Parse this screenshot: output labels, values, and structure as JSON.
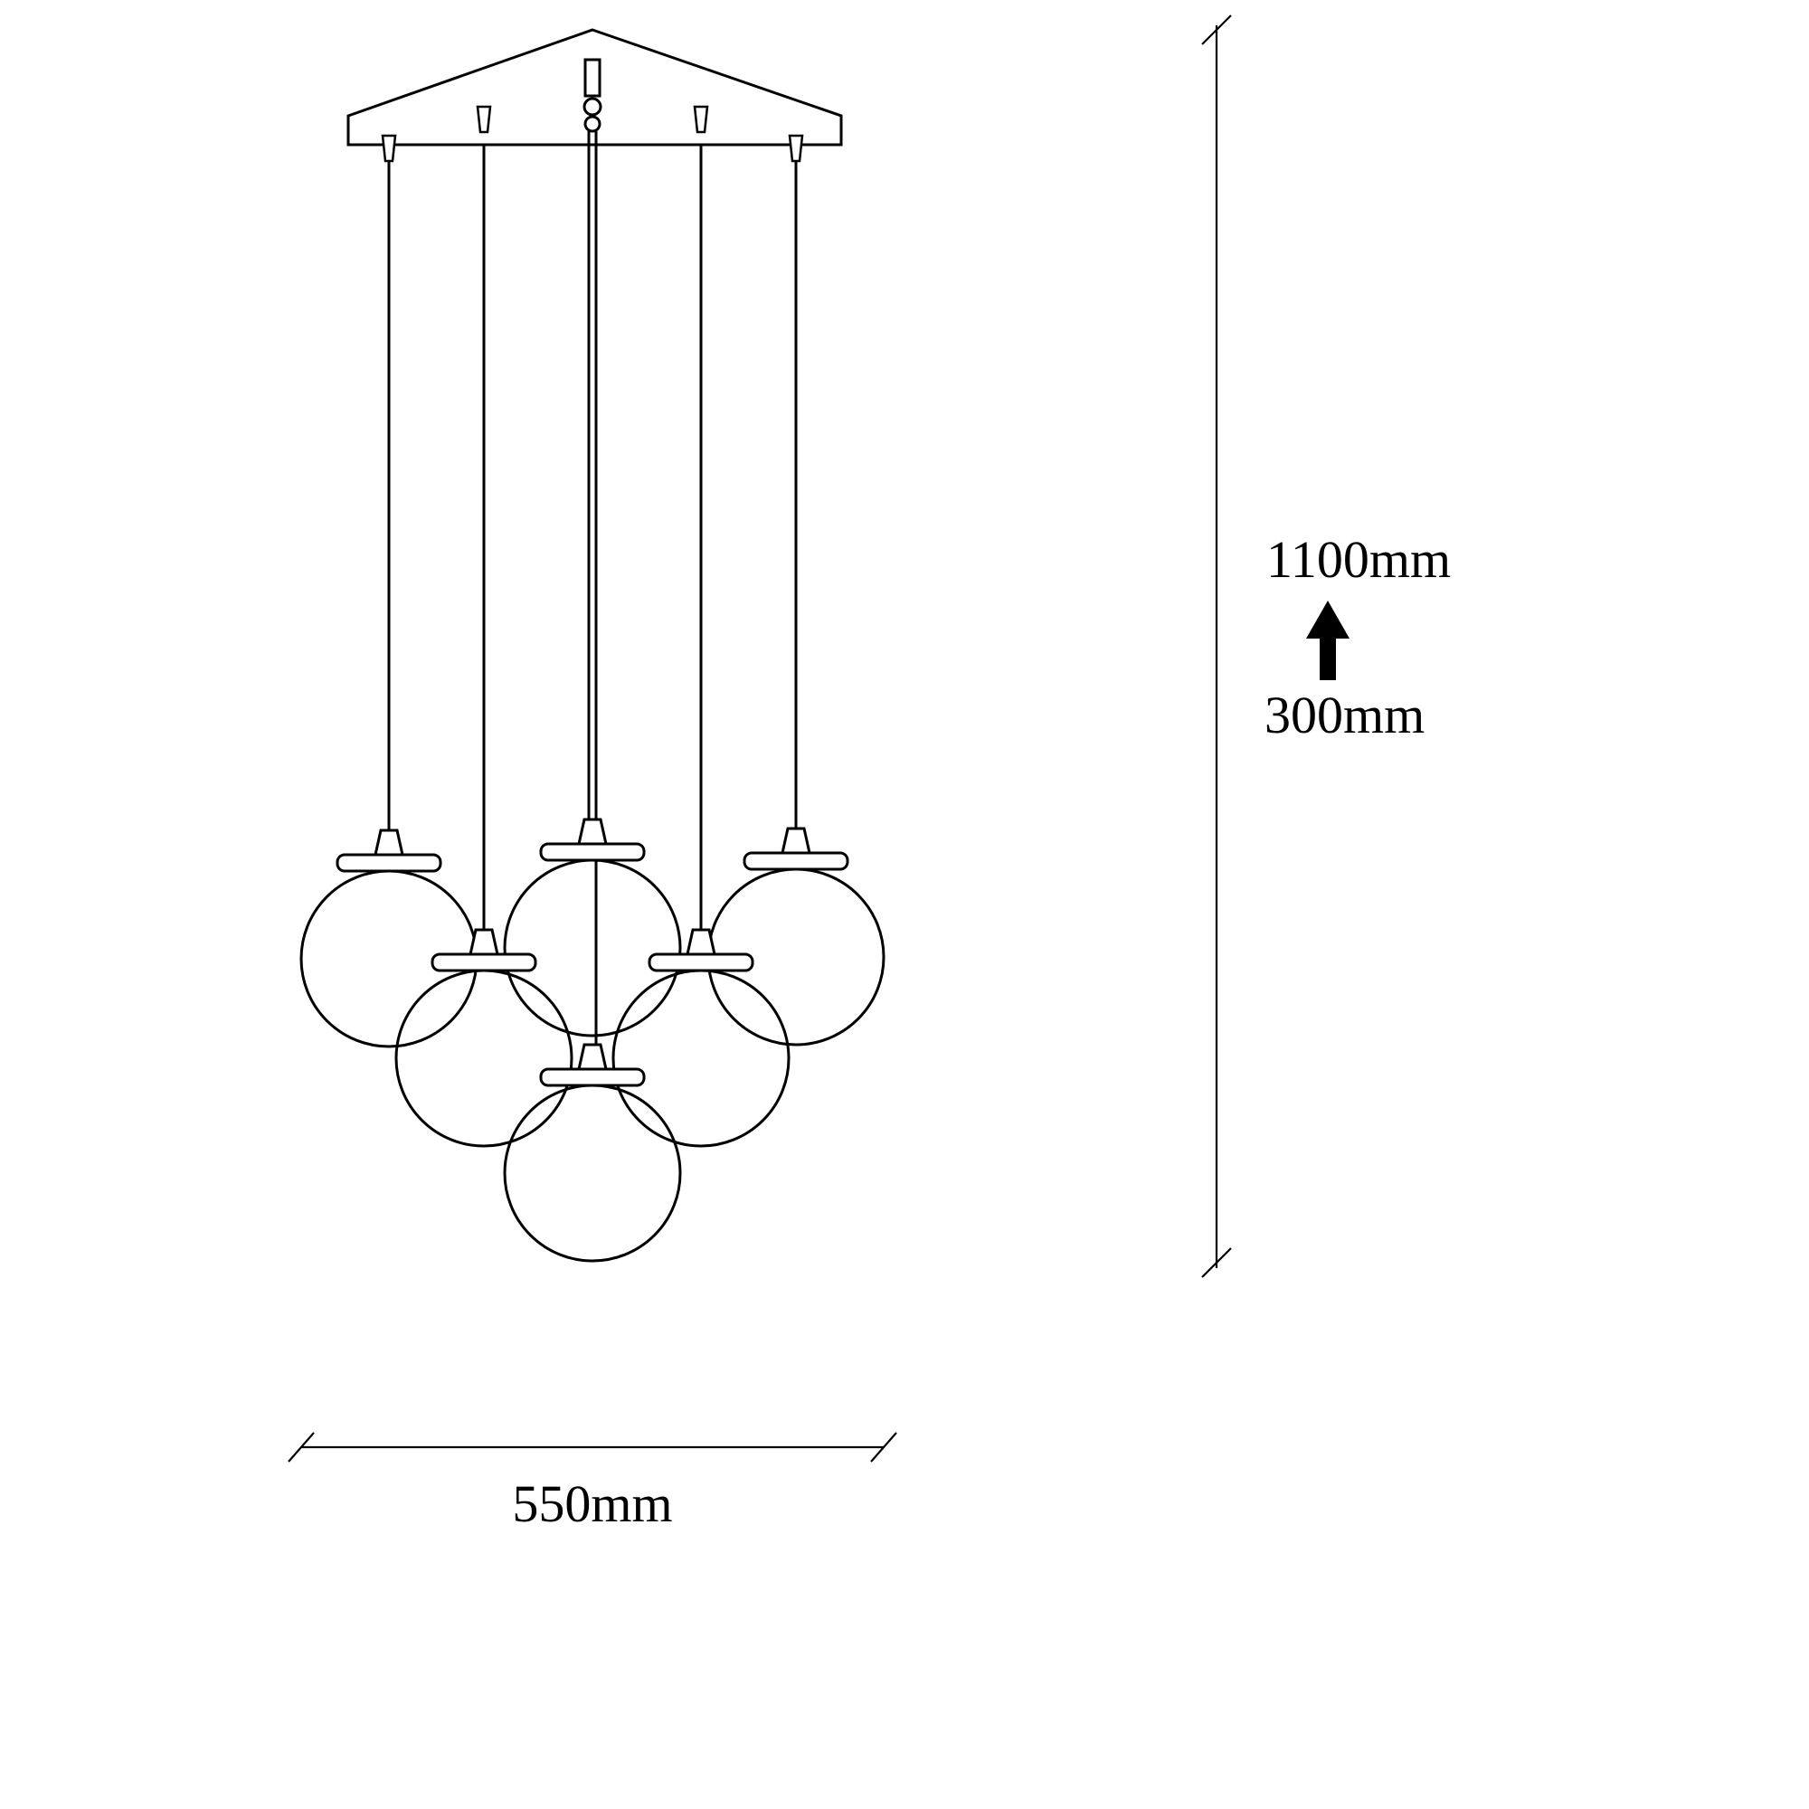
{
  "diagram": {
    "title": "Cluster pendant light technical drawing",
    "fixture": {
      "type": "cluster pendant lamp with globe shades on triangular canopy",
      "globe_count": 6,
      "cord_count": 5
    },
    "dimensions": {
      "total_height_label": "1100mm",
      "min_height_label": "300mm",
      "width_label": "550mm"
    },
    "colors": {
      "line": "#000000",
      "background": "#ffffff"
    }
  }
}
